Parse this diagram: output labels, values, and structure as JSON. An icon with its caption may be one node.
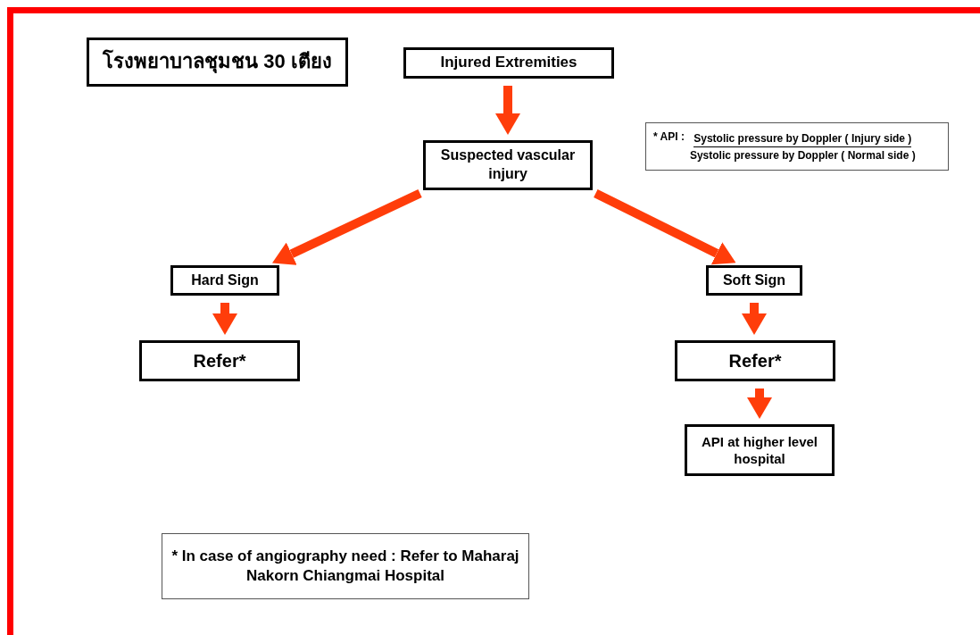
{
  "diagram": {
    "nodes": [
      {
        "text": [
          "โรงพยาบาลชุมชน 30 เตียง"
        ]
      },
      {
        "text": [
          "Injured Extremities"
        ]
      },
      {
        "text": [
          "* API :",
          "Systolic pressure by Doppler ( Injury side )",
          "Systolic pressure by Doppler ( Normal side )"
        ]
      },
      {
        "text": [
          "Suspected vascular injury"
        ]
      },
      {
        "text": [
          "Hard Sign"
        ]
      },
      {
        "text": [
          "Soft Sign"
        ]
      },
      {
        "text": [
          "Refer*"
        ]
      },
      {
        "text": [
          "Refer*"
        ]
      },
      {
        "text": [
          "API at higher level hospital"
        ]
      },
      {
        "text": [
          "* In case of angiography need : Refer to Maharaj Nakorn Chiangmai Hospital"
        ]
      }
    ],
    "edges": [
      {
        "from": 1,
        "to": 3,
        "arrow": "to"
      },
      {
        "from": 3,
        "to": 4,
        "arrow": "to"
      },
      {
        "from": 3,
        "to": 5,
        "arrow": "to"
      },
      {
        "from": 4,
        "to": 6,
        "arrow": "to"
      },
      {
        "from": 5,
        "to": 7,
        "arrow": "to"
      },
      {
        "from": 7,
        "to": 8,
        "arrow": "to"
      }
    ]
  }
}
